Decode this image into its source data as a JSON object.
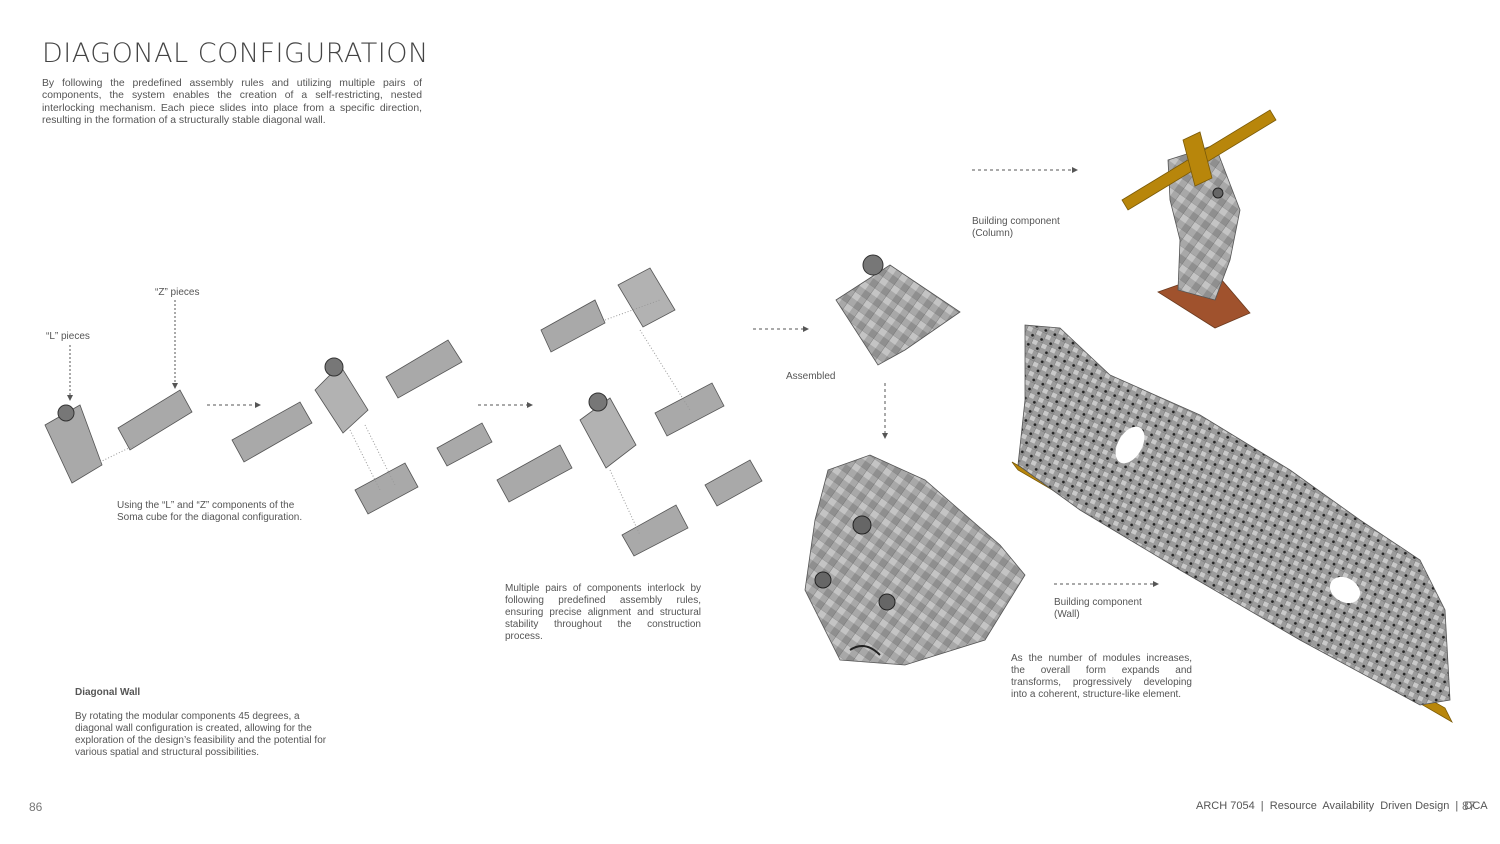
{
  "title": "DIAGONAL CONFIGURATION",
  "intro": "By following the predefined assembly rules and utilizing multiple pairs of components, the system enables the creation of a self-restricting, nested interlocking mechanism. Each piece slides into place from a specific direction, resulting in the formation of a structurally stable diagonal wall.",
  "labels": {
    "z_pieces": "“Z” pieces",
    "l_pieces": "“L” pieces",
    "assembled": "Assembled",
    "column_line1": "Building component",
    "column_line2": "(Column)",
    "wall_line1": "Building component",
    "wall_line2": "(Wall)"
  },
  "captions": {
    "soma": "Using the “L” and “Z” components of the Soma cube for the diagonal configuration.",
    "multiple": "Multiple pairs of components interlock by following predefined assembly rules, ensuring precise alignment and structural stability throughout the construction process.",
    "modules": "As the number of modules increases, the overall form expands and transforms, progressively developing into a coherent, structure-like element."
  },
  "diagonal_wall": {
    "heading": "Diagonal Wall",
    "body": "By rotating the modular components 45 degrees, a diagonal wall configuration is created, allowing for the exploration of the design’s feasibility and the potential for various spatial and structural possibilities."
  },
  "footer": {
    "page_left": "86",
    "course": "ARCH 7054  |  Resource  Availability  Driven Design  |  DCA",
    "page_right": "87"
  },
  "colors": {
    "block_fill": "#a9a9a9",
    "block_light": "#c6c6c6",
    "block_stroke": "#555555",
    "wood": "#b8860b",
    "rust": "#a0522d"
  }
}
